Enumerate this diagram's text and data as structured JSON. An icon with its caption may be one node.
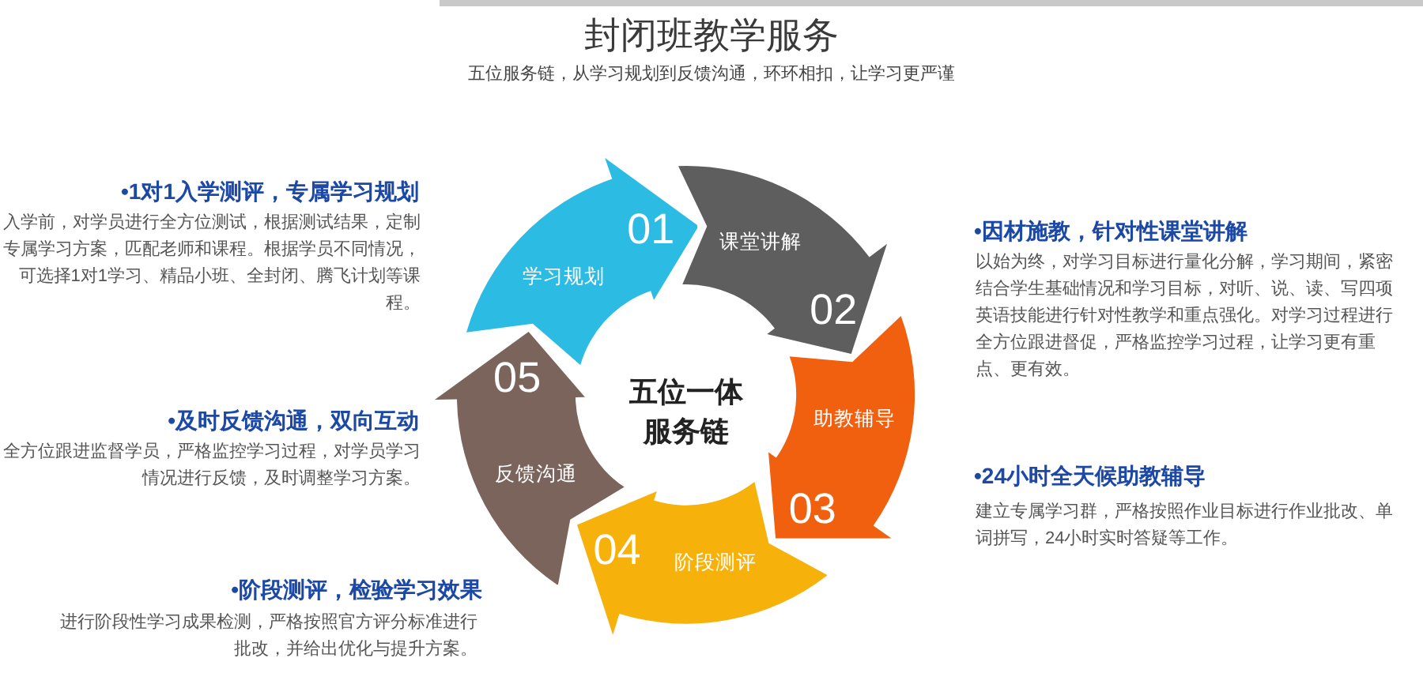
{
  "diagram": {
    "title": "封闭班教学服务",
    "nodes": [
      {
        "text": [
          "学习规划",
          "01"
        ]
      },
      {
        "text": [
          "课堂讲解",
          "02"
        ]
      },
      {
        "text": [
          "助教辅导",
          "03"
        ]
      },
      {
        "text": [
          "04",
          "阶段测评"
        ]
      },
      {
        "text": [
          "05",
          "反馈沟通"
        ]
      }
    ],
    "labels": [
      "五位服务链，从学习规划到反馈沟通，环环相扣，让学习更严谨",
      "•1对1入学测评，专属学习规划",
      "入学前，对学员进行全方位测试，根据测试结果，定制专属学习方案，匹配老师和课程。根据学员不同情况，可选择1对1学习、精品小班、全封闭、腾飞计划等课程。",
      "•因材施教，针对性课堂讲解",
      "以始为终，对学习目标进行量化分解，学习期间，紧密结合学生基础情况和学习目标，对听、说、读、写四项英语技能进行针对性教学和重点强化。对学习过程进行全方位跟进督促，严格监控学习过程，让学习更有重点、更有效。",
      "五位一体服务链",
      "•及时反馈沟通，双向互动",
      "全方位跟进监督学员，严格监控学习过程，对学员学习情况进行反馈，及时调整学习方案。",
      "•24小时全天候助教辅导",
      "建立专属学习群，严格按照作业目标进行作业批改、单词拼写，24小时实时答疑等工作。",
      "•阶段测评，检验学习效果",
      "进行阶段性学习成果检测，严格按照官方评分标准进行批改，并给出优化与提升方案。"
    ]
  }
}
